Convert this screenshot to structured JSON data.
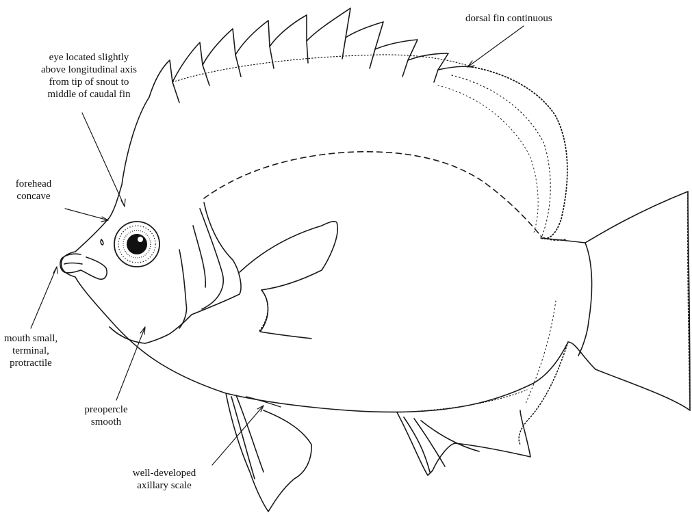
{
  "annotations": {
    "dorsal_fin": [
      "dorsal fin continuous"
    ],
    "eye": [
      "eye located slightly",
      "above longitudinal axis",
      "from tip of snout to",
      "middle of caudal fin"
    ],
    "forehead": [
      "forehead",
      "concave"
    ],
    "mouth": [
      "mouth small,",
      "terminal,",
      "protractile"
    ],
    "preopercle": [
      "preopercle",
      "smooth"
    ],
    "axillary_scale": [
      "well-developed",
      "axillary scale"
    ]
  },
  "colors": {
    "line": "#1a1a1a",
    "background": "#ffffff",
    "eye_pupil": "#111111"
  }
}
